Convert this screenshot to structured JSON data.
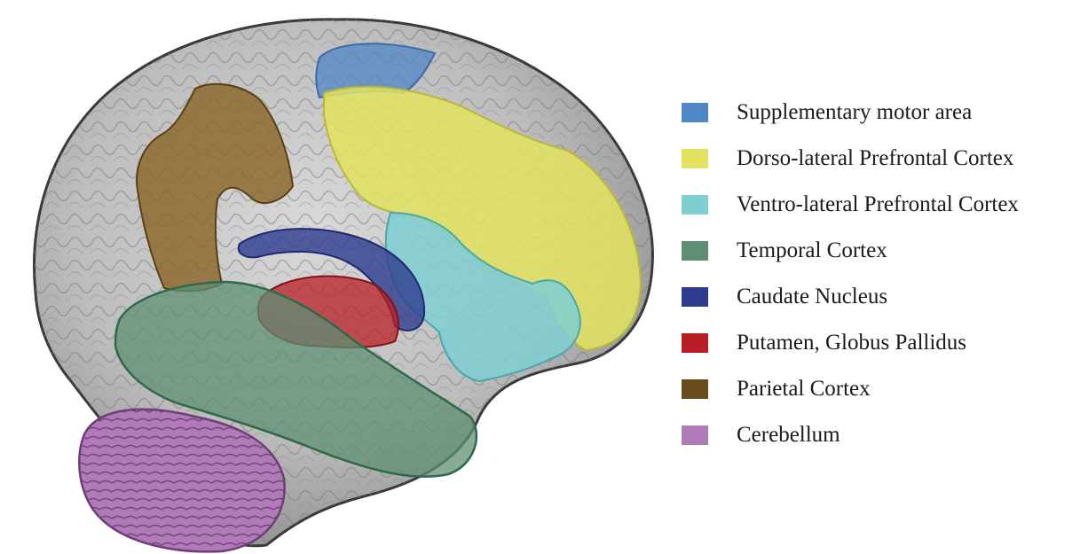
{
  "legend": [
    {
      "label": "Supplementary motor area",
      "color": "#4f86c6"
    },
    {
      "label": "Dorso-lateral Prefrontal Cortex",
      "color": "#e3e35f"
    },
    {
      "label": "Ventro-lateral Prefrontal Cortex",
      "color": "#7fcfd2"
    },
    {
      "label": "Temporal Cortex",
      "color": "#5e8f74"
    },
    {
      "label": "Caudate Nucleus",
      "color": "#2e3c8f"
    },
    {
      "label": "Putamen, Globus Pallidus",
      "color": "#b81f24"
    },
    {
      "label": "Parietal Cortex",
      "color": "#6b4a1c"
    },
    {
      "label": "Cerebellum",
      "color": "#b07ab8"
    }
  ]
}
